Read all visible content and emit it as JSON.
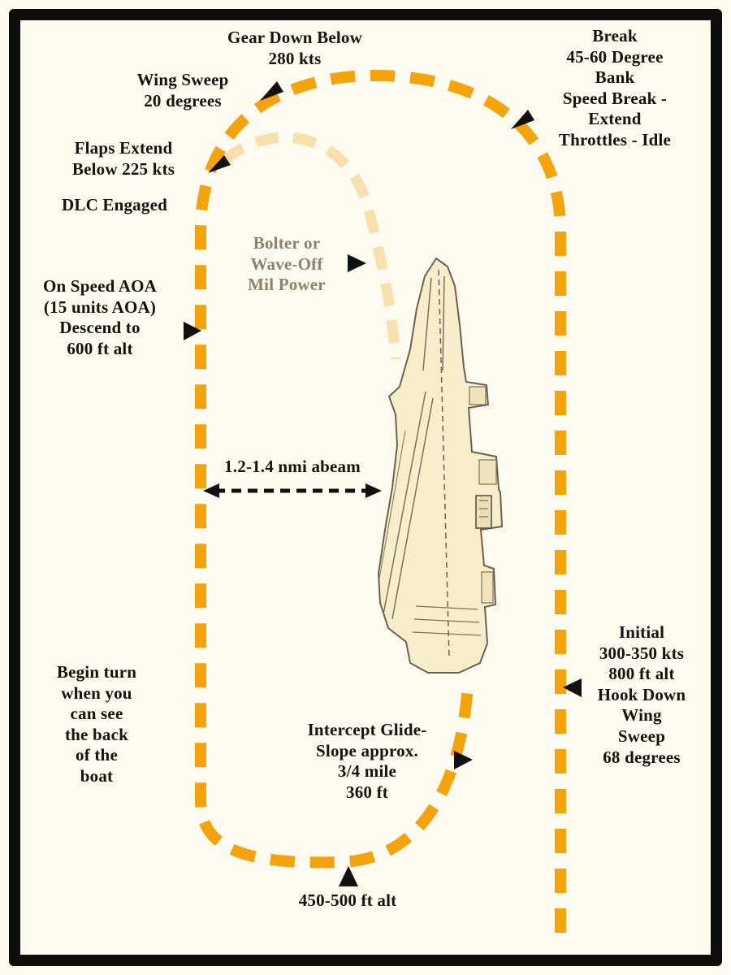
{
  "colors": {
    "background": "#fdfaf0",
    "frame": "#0e0d0b",
    "pattern_orange": "#f5a30a",
    "bolter_path": "#f8e0ad",
    "carrier_fill": "#f7edcb",
    "carrier_line": "#6a6250",
    "annotation_text": "#151310",
    "bolter_text": "#8d8168"
  },
  "annotations": {
    "gear_down": {
      "text": "Gear Down Below\n280 kts"
    },
    "wing_sweep": {
      "text": "Wing Sweep\n20 degrees"
    },
    "break_block": {
      "text": "Break\n45-60 Degree Bank\nSpeed Break - Extend\nThrottles - Idle"
    },
    "flaps": {
      "text": "Flaps Extend\nBelow 225 kts"
    },
    "dlc": {
      "text": "DLC Engaged"
    },
    "bolter": {
      "text": "Bolter or\nWave-Off\nMil Power"
    },
    "on_speed": {
      "text": "On Speed AOA\n(15 units AOA)\nDescend to\n600 ft alt"
    },
    "abeam": {
      "text": "1.2-1.4 nmi abeam"
    },
    "begin_turn": {
      "text": "Begin turn\nwhen you\ncan see\nthe back\nof the\nboat"
    },
    "intercept": {
      "text": "Intercept Glide-\nSlope approx.\n3/4 mile\n360 ft"
    },
    "initial": {
      "text": "Initial\n300-350 kts\n800 ft alt\nHook Down\nWing Sweep\n68 degrees"
    },
    "alt_450": {
      "text": "450-500 ft alt"
    }
  }
}
